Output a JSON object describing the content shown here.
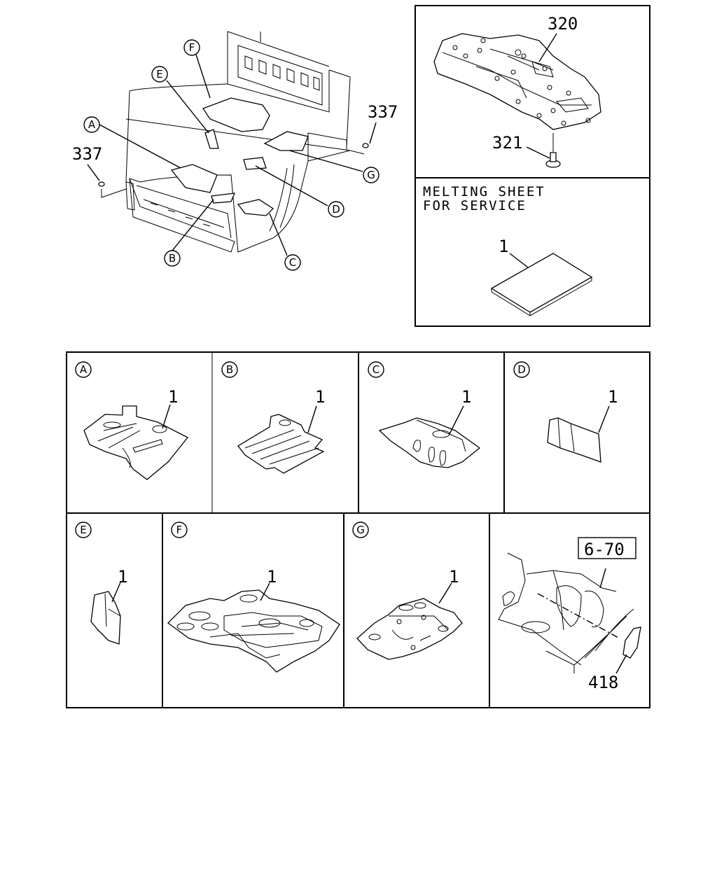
{
  "main_view": {
    "callouts": {
      "F": "F",
      "E": "E",
      "A": "A",
      "G": "G",
      "D": "D",
      "B": "B",
      "C": "C"
    },
    "part_337_right": "337",
    "part_337_left": "337"
  },
  "top_right_panel": {
    "part_320": "320",
    "part_321": "321"
  },
  "melting_sheet_panel": {
    "title_line1": "MELTING SHEET",
    "title_line2": "FOR SERVICE",
    "part_1": "1"
  },
  "detail_grid": {
    "cells": [
      {
        "callout": "A",
        "part": "1"
      },
      {
        "callout": "B",
        "part": "1"
      },
      {
        "callout": "C",
        "part": "1"
      },
      {
        "callout": "D",
        "part": "1"
      },
      {
        "callout": "E",
        "part": "1"
      },
      {
        "callout": "F",
        "part": "1"
      },
      {
        "callout": "G",
        "part": "1"
      }
    ],
    "last_cell": {
      "ref_box": "6-70",
      "part_418": "418"
    }
  }
}
